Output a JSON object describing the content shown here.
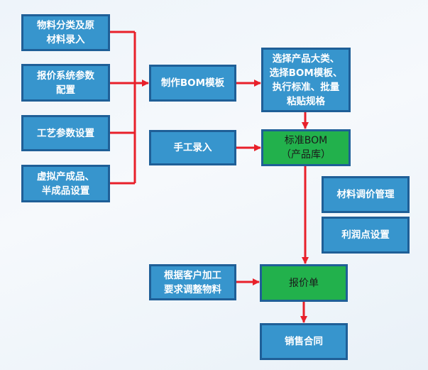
{
  "colors": {
    "box_fill": "#3795cd",
    "box_border": "#1f5f97",
    "highlight_fill": "#22b14c",
    "arrow": "#e8202a"
  },
  "nodes": {
    "material_classification": "物料分类及原\n材料录入",
    "quote_system_params": "报价系统参数\n配置",
    "process_params": "工艺参数设置",
    "virtual_products": "虚拟产成品、\n半成品设置",
    "make_bom_template": "制作BOM模板",
    "select_product": "选择产品大类、\n选择BOM模板、\n执行标准、批量\n粘贴规格",
    "manual_entry": "手工录入",
    "standard_bom": "标准BOM\n（产品库）",
    "material_price_adjust": "材料调价管理",
    "profit_point_setting": "利润点设置",
    "customer_adjust": "根据客户加工\n要求调整物料",
    "quotation": "报价单",
    "sales_contract": "销售合同"
  },
  "edges": [
    {
      "from": "material_classification",
      "to": "make_bom_template"
    },
    {
      "from": "quote_system_params",
      "to": "make_bom_template"
    },
    {
      "from": "process_params",
      "to": "make_bom_template"
    },
    {
      "from": "virtual_products",
      "to": "make_bom_template"
    },
    {
      "from": "make_bom_template",
      "to": "select_product"
    },
    {
      "from": "select_product",
      "to": "standard_bom"
    },
    {
      "from": "manual_entry",
      "to": "standard_bom"
    },
    {
      "from": "standard_bom",
      "to": "quotation"
    },
    {
      "from": "customer_adjust",
      "to": "quotation"
    },
    {
      "from": "quotation",
      "to": "sales_contract"
    }
  ]
}
